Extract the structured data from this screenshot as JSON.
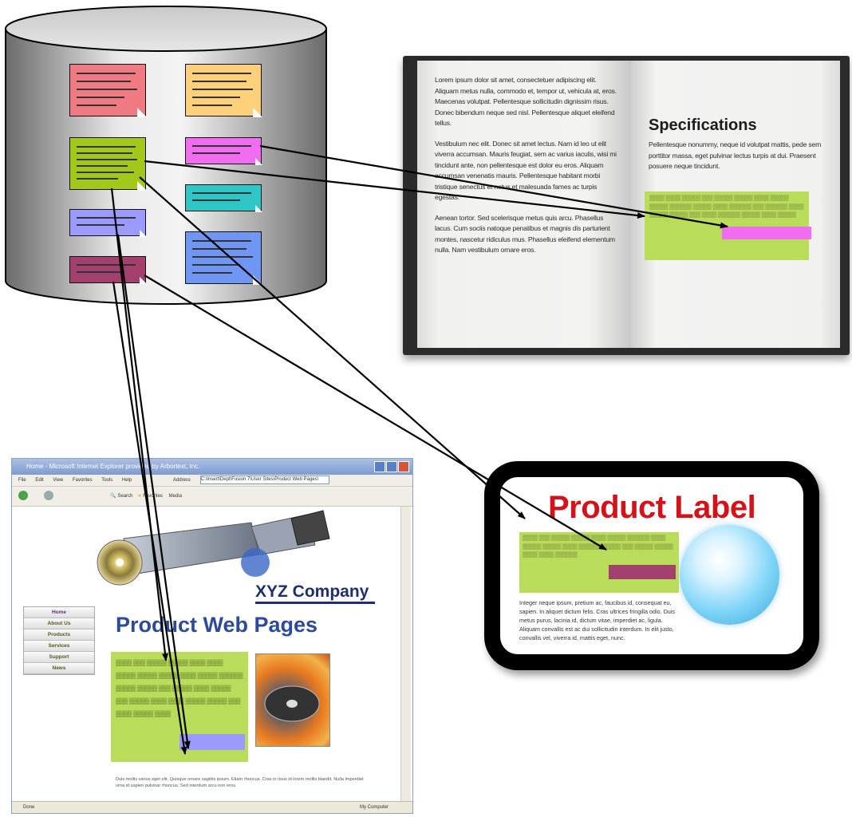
{
  "book": {
    "left_paragraphs": [
      "Lorem ipsum dolor sit amet, consectetuer adipiscing elit. Aliquam metus nulla, commodo et, tempor ut, vehicula at, eros. Maecenas volutpat. Pellentesque sollicitudin dignissim risus. Donec bibendum neque sed nisl. Pellentesque aliquet eleifend tellus.",
      "Vestibulum nec elit. Donec sit amet lectus. Nam id leo ut elit viverra accumsan. Mauris feugiat, sem ac varius iaculis, wisi mi tincidunt ante, non pellentesque est dolor eu eros. Aliquam accumsan venenatis mauris. Pellentesque habitant morbi tristique senectus et netus et malesuada fames ac turpis egestas.",
      "Aenean tortor. Sed scelerisque metus quis arcu. Phasellus lacus. Cum sociis natoque penatibus et magnis dis parturient montes, nascetur ridiculus mus. Phasellus eleifend elementum nulla. Nam vestibulum ornare eros."
    ],
    "heading": "Specifications",
    "right_paragraph": "Pellentesque nonummy, neque id volutpat mattis, pede sem porttitor massa, eget pulvinar lectus turpis at dui. Praesent posuere neque tincidunt."
  },
  "product_label": {
    "title": "Product Label",
    "body": "Integer neque ipsum, pretium ac, faucibus id, consequat eu, sapien. In aliquet dictum felis. Cras ultrices fringilla odio. Duis metus purus, lacinia id, dictum vitae, imperdiet ac, ligula. Aliquam convallis est ac dui sollicitudin interdum. In elit justo, convallis vel, viverra id, mattis eget, nunc."
  },
  "browser": {
    "window_title": "Home - Microsoft Internet Explorer provided by Arbortext, Inc.",
    "menu": [
      "File",
      "Edit",
      "View",
      "Favorites",
      "Tools",
      "Help"
    ],
    "address_label": "Address",
    "address_value": "C:\\Insert\\Dept\\Fusion 7\\User Sites\\Product Web Pages\\",
    "toolbar_search": "Search",
    "toolbar_favorites": "Favorites",
    "toolbar_media": "Media",
    "company": "XYZ Company",
    "page_title": "Product Web Pages",
    "nav": [
      "Home",
      "About Us",
      "Products",
      "Services",
      "Support",
      "News"
    ],
    "footer_text": "Duis mollis varius eget elit. Quisque ornare sagittis ipsum. Etiam rhoncus. Cras in risus id lorem mollis blandit. Nulla imperdiet urna id sapien pulvinar rhoncus. Sed interdum arcu non eros.",
    "status_left": "Done",
    "status_right": "My Computer"
  },
  "colors": {
    "note_red": "#f07a82",
    "note_orange": "#fdd07a",
    "note_green": "#a2c91a",
    "note_magenta": "#f26cf2",
    "note_teal": "#2ec6c6",
    "note_lavender": "#9a9aff",
    "note_maroon": "#a3406d",
    "note_blue": "#6f96f2",
    "content_green": "#b9dc5a",
    "label_red": "#d3121a",
    "company_navy": "#1f2f6b"
  }
}
